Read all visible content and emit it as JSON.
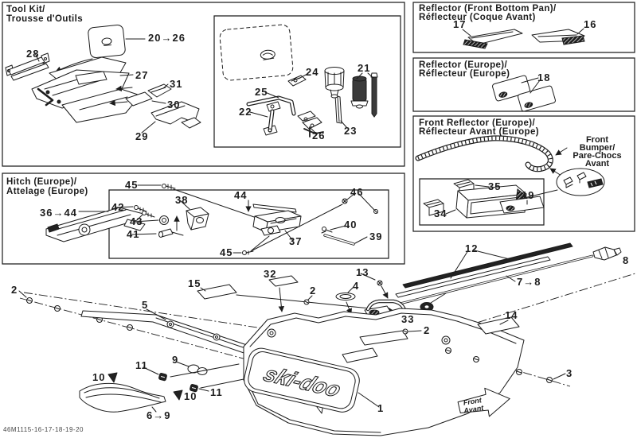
{
  "page": {
    "footer_code": "46M1115-16-17-18-19-20",
    "background": "#ffffff",
    "line_color": "#1c1c1c"
  },
  "sections": {
    "tool_kit": {
      "title_en": "Tool Kit/",
      "title_fr": "Trousse d'Outils"
    },
    "hitch": {
      "title_en": "Hitch (Europe)/",
      "title_fr": "Attelage (Europe)"
    },
    "reflector_front_bottom_pan": {
      "title_en": "Reflector (Front Bottom Pan)/",
      "title_fr": "Réflecteur (Coque Avant)"
    },
    "reflector_europe": {
      "title_en": "Reflector (Europe)/",
      "title_fr": "Réflecteur (Europe)"
    },
    "front_reflector_europe": {
      "title_en": "Front Reflector (Europe)/",
      "title_fr": "Réflecteur Avant (Europe)",
      "bumper_note": [
        "Front",
        "Bumper/",
        "Pare-Chocs",
        "Avant"
      ]
    }
  },
  "logo": {
    "text": "ski-doo"
  },
  "front_arrow": {
    "line1": "Front",
    "line2": "Avant"
  },
  "labels": {
    "k28": "28",
    "k20_26": "20→26",
    "k27": "27",
    "k31": "31",
    "k30": "30",
    "k29": "29",
    "k24": "24",
    "k21": "21",
    "k25": "25",
    "k22": "22",
    "k26": "26",
    "k23": "23",
    "k17": "17",
    "k16": "16",
    "k18": "18",
    "k35": "35",
    "k19": "19",
    "k34": "34",
    "k45a": "45",
    "k36_44": "36→44",
    "k42": "42",
    "k43": "43",
    "k38": "38",
    "k41": "41",
    "k44": "44",
    "k37": "37",
    "k45b": "45",
    "k46": "46",
    "k40": "40",
    "k39": "39",
    "k2a": "2",
    "k15": "15",
    "k32": "32",
    "k2b": "2",
    "k4": "4",
    "k13": "13",
    "k12": "12",
    "k7_8": "7→8",
    "k8": "8",
    "k33": "33",
    "k2c": "2",
    "k14": "14",
    "k3": "3",
    "k5": "5",
    "k9": "9",
    "k11a": "11",
    "k11b": "11",
    "k10a": "10",
    "k10b": "10",
    "k6_9": "6→9",
    "k1": "1"
  }
}
